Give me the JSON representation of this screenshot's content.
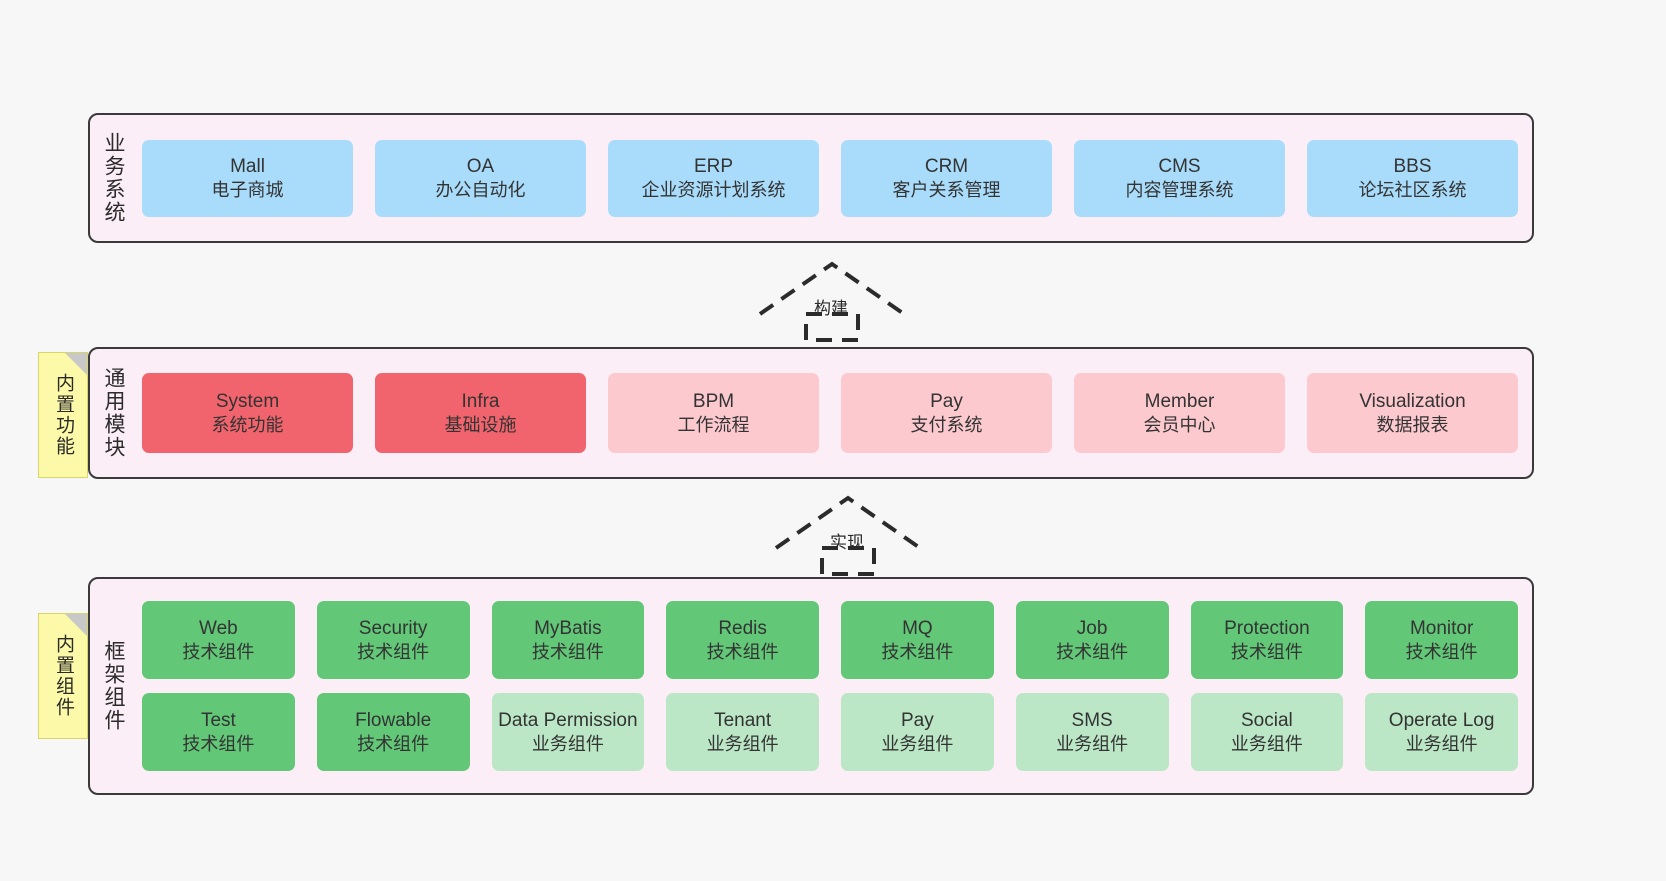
{
  "diagram": {
    "background_color": "#f7f7f7",
    "sections": [
      {
        "key": "business",
        "label": "业务系统",
        "fill": "#fbeef6",
        "rows": [
          [
            {
              "t1": "Mall",
              "t2": "电子商城",
              "color": "#a9dcfb"
            },
            {
              "t1": "OA",
              "t2": "办公自动化",
              "color": "#a9dcfb"
            },
            {
              "t1": "ERP",
              "t2": "企业资源计划系统",
              "color": "#a9dcfb"
            },
            {
              "t1": "CRM",
              "t2": "客户关系管理",
              "color": "#a9dcfb"
            },
            {
              "t1": "CMS",
              "t2": "内容管理系统",
              "color": "#a9dcfb"
            },
            {
              "t1": "BBS",
              "t2": "论坛社区系统",
              "color": "#a9dcfb"
            }
          ]
        ]
      },
      {
        "key": "modules",
        "label": "通用模块",
        "fill": "#fbeef6",
        "note": "内置功能",
        "rows": [
          [
            {
              "t1": "System",
              "t2": "系统功能",
              "color": "#f2646d"
            },
            {
              "t1": "Infra",
              "t2": "基础设施",
              "color": "#f2646d"
            },
            {
              "t1": "BPM",
              "t2": "工作流程",
              "color": "#fcc9ce"
            },
            {
              "t1": "Pay",
              "t2": "支付系统",
              "color": "#fcc9ce"
            },
            {
              "t1": "Member",
              "t2": "会员中心",
              "color": "#fcc9ce"
            },
            {
              "t1": "Visualization",
              "t2": "数据报表",
              "color": "#fcc9ce"
            }
          ]
        ]
      },
      {
        "key": "frame",
        "label": "框架组件",
        "fill": "#fbeef6",
        "note": "内置组件",
        "rows": [
          [
            {
              "t1": "Web",
              "t2": "技术组件",
              "color": "#62c878"
            },
            {
              "t1": "Security",
              "t2": "技术组件",
              "color": "#62c878"
            },
            {
              "t1": "MyBatis",
              "t2": "技术组件",
              "color": "#62c878"
            },
            {
              "t1": "Redis",
              "t2": "技术组件",
              "color": "#62c878"
            },
            {
              "t1": "MQ",
              "t2": "技术组件",
              "color": "#62c878"
            },
            {
              "t1": "Job",
              "t2": "技术组件",
              "color": "#62c878"
            },
            {
              "t1": "Protection",
              "t2": "技术组件",
              "color": "#62c878"
            },
            {
              "t1": "Monitor",
              "t2": "技术组件",
              "color": "#62c878"
            }
          ],
          [
            {
              "t1": "Test",
              "t2": "技术组件",
              "color": "#62c878"
            },
            {
              "t1": "Flowable",
              "t2": "技术组件",
              "color": "#62c878"
            },
            {
              "t1": "Data Permission",
              "t2": "业务组件",
              "color": "#bbe7c6"
            },
            {
              "t1": "Tenant",
              "t2": "业务组件",
              "color": "#bbe7c6"
            },
            {
              "t1": "Pay",
              "t2": "业务组件",
              "color": "#bbe7c6"
            },
            {
              "t1": "SMS",
              "t2": "业务组件",
              "color": "#bbe7c6"
            },
            {
              "t1": "Social",
              "t2": "业务组件",
              "color": "#bbe7c6"
            },
            {
              "t1": "Operate Log",
              "t2": "业务组件",
              "color": "#bbe7c6"
            }
          ]
        ]
      }
    ],
    "connectors": [
      {
        "key": "build",
        "label": "构建",
        "style": "dashed-generalization-up",
        "stroke": "#2b2b2b"
      },
      {
        "key": "impl",
        "label": "实现",
        "style": "dashed-generalization-up",
        "stroke": "#2b2b2b"
      }
    ]
  }
}
